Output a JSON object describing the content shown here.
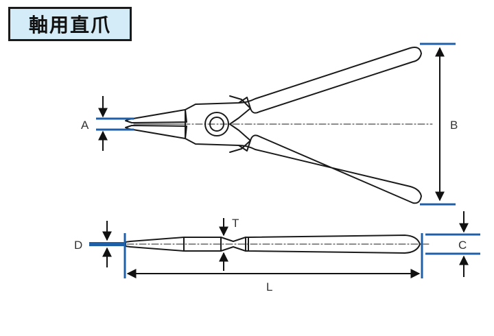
{
  "title": "軸用直爪",
  "labels": {
    "A": "A",
    "B": "B",
    "C": "C",
    "D": "D",
    "T": "T",
    "L": "L"
  },
  "colors": {
    "outline": "#1a1a1a",
    "dimension": "#1f5fa8",
    "title_bg": "#d4ecf7"
  }
}
